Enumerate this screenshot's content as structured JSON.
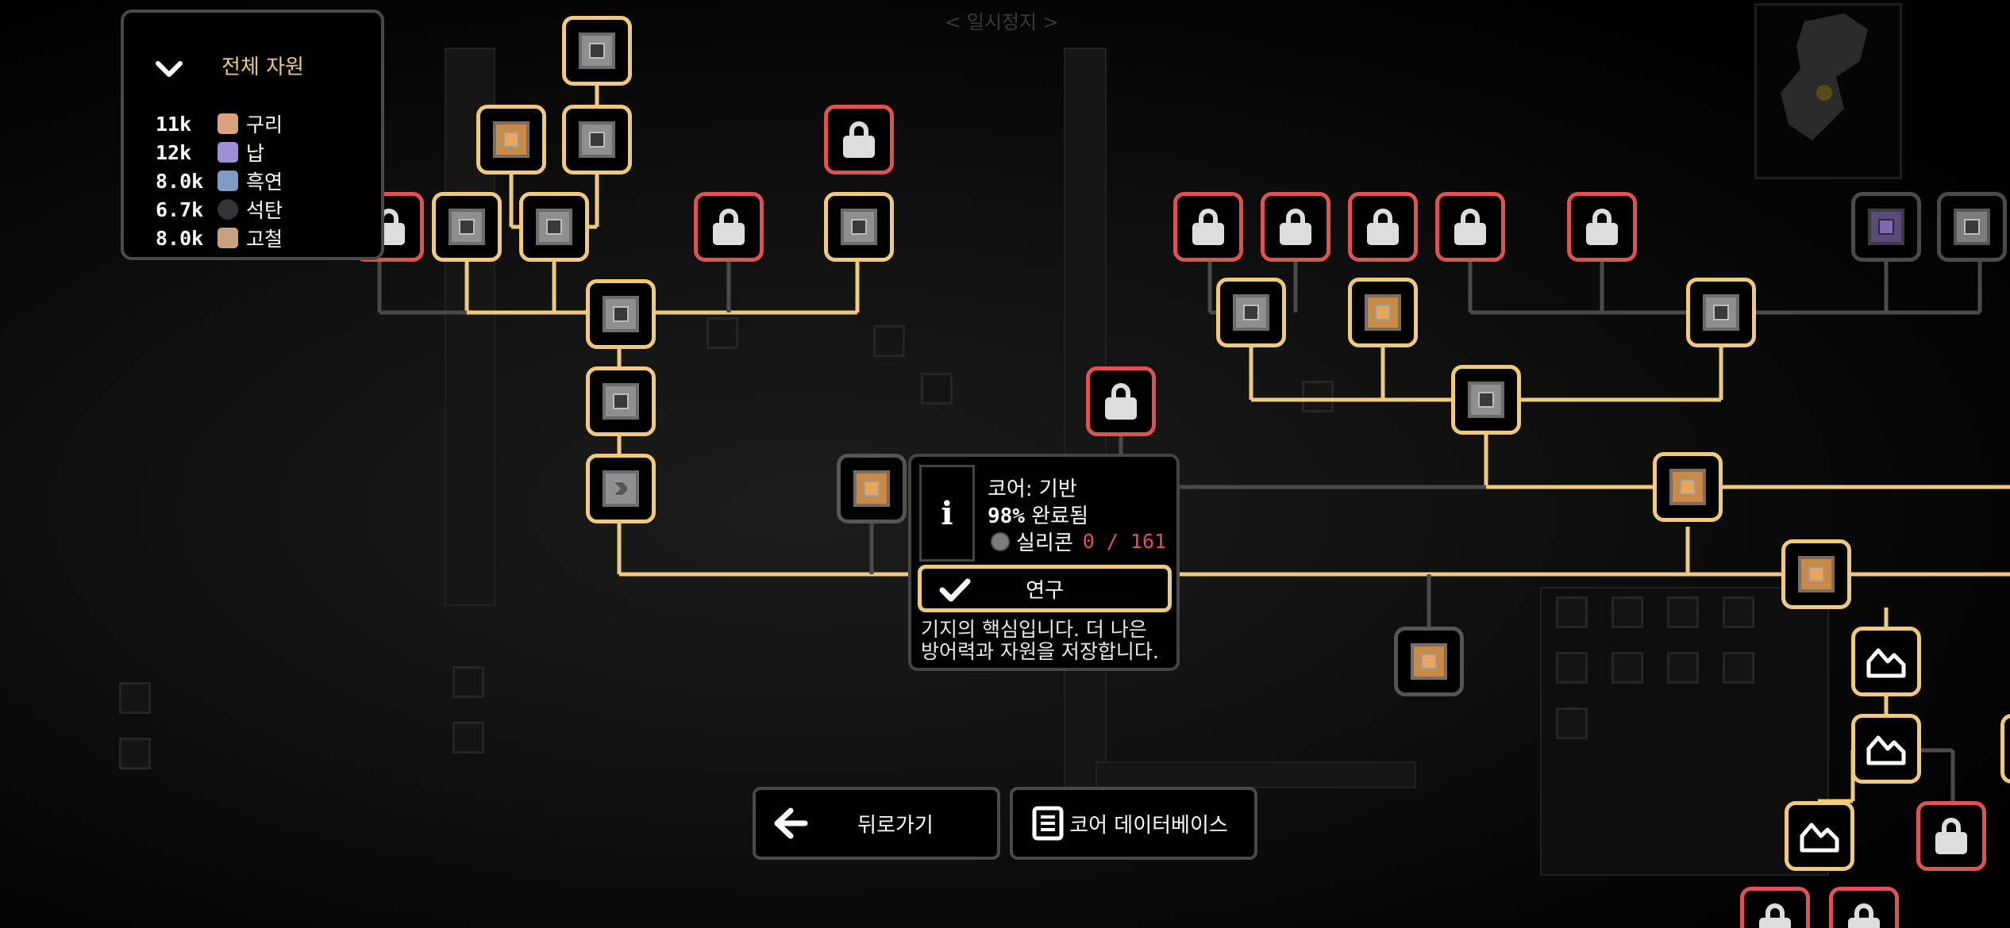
{
  "top_status": "< 일시정지 >",
  "resources": {
    "title": "전체 자원",
    "items": [
      {
        "amount": "11k",
        "name": "구리",
        "color": "#d9a27a",
        "icon": "copper-icon"
      },
      {
        "amount": "12k",
        "name": "납",
        "color": "#9c8fd6",
        "icon": "lead-icon"
      },
      {
        "amount": "8.0k",
        "name": "흑연",
        "color": "#7f9ac4",
        "icon": "graphite-icon"
      },
      {
        "amount": "6.7k",
        "name": "석탄",
        "color": "#333333",
        "icon": "coal-icon"
      },
      {
        "amount": "8.0k",
        "name": "고철",
        "color": "#c7a27c",
        "icon": "scrap-icon"
      }
    ]
  },
  "tooltip": {
    "info_glyph": "i",
    "title": "코어: 기반",
    "progress": "98%",
    "progress_label": "완료됨",
    "requirement_item": "실리콘",
    "requirement_have": "0",
    "requirement_need": "161",
    "research_button": "연구",
    "description_line1": "기지의 핵심입니다. 더 나은",
    "description_line2": "방어력과 자원을 저장합니다."
  },
  "bottom": {
    "back_label": "뒤로가기",
    "database_label": "코어 데이터베이스"
  },
  "colors": {
    "researched": "#f0c97a",
    "locked": "#e0524f",
    "unavailable": "#4a4a4a",
    "requirement_missing": "#e0524f"
  }
}
